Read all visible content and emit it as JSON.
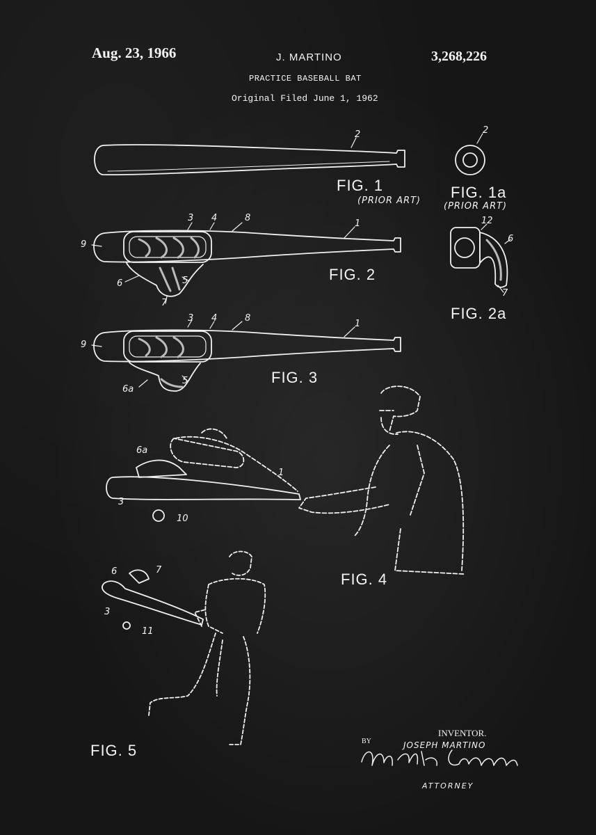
{
  "header": {
    "date": "Aug. 23, 1966",
    "inventor_name": "J. MARTINO",
    "patent_number": "3,268,226",
    "title": "PRACTICE BASEBALL BAT",
    "filed": "Original Filed June 1, 1962"
  },
  "figures": {
    "fig1": "FIG. 1",
    "fig1_note": "(PRIOR ART)",
    "fig1a": "FIG. 1a",
    "fig1a_note": "(PRIOR ART)",
    "fig2": "FIG. 2",
    "fig2a": "FIG. 2a",
    "fig3": "FIG. 3",
    "fig4": "FIG. 4",
    "fig5": "FIG. 5"
  },
  "reference_numerals": {
    "n2": "2",
    "n2b": "2",
    "n3": "3",
    "n4": "4",
    "n8": "8",
    "n1": "1",
    "n9": "9",
    "n6": "6",
    "n5": "5",
    "n7": "7",
    "n12": "12",
    "n6r": "6",
    "n7r": "7",
    "n3b": "3",
    "n4b": "4",
    "n8b": "8",
    "n1b": "1",
    "n9b": "9",
    "n6a": "6a",
    "n5b": "5",
    "n6a4": "6a",
    "n1c": "1",
    "n3c": "3",
    "n10": "10",
    "n6c": "6",
    "n7c": "7",
    "n3d": "3",
    "n11": "11"
  },
  "signature_block": {
    "inventor_label": "INVENTOR.",
    "inventor_full_name": "JOSEPH MARTINO",
    "by": "BY",
    "attorney_label": "ATTORNEY"
  },
  "colors": {
    "background": "#161616",
    "ink": "#f4f4f4"
  }
}
